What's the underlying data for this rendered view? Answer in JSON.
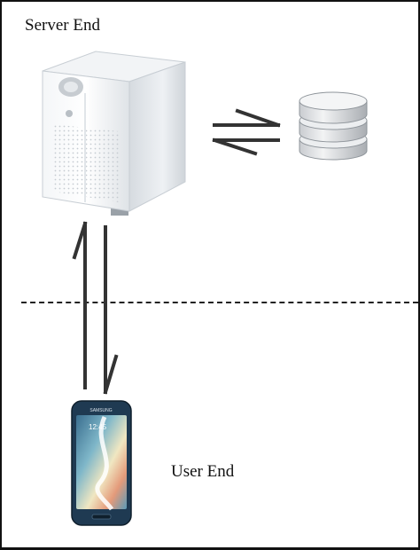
{
  "diagram": {
    "server_label": "Server End",
    "user_label": "User End",
    "phone_brand": "SAMSUNG",
    "phone_time": "12:45",
    "icons": {
      "server": "server-tower-icon",
      "database": "database-stack-icon",
      "phone": "smartphone-icon"
    },
    "colors": {
      "arrow": "#333333",
      "line": "#222222",
      "server_body": "#e9ecef",
      "database": "#cfd2d5",
      "phone_frame": "#1f3a52"
    }
  }
}
